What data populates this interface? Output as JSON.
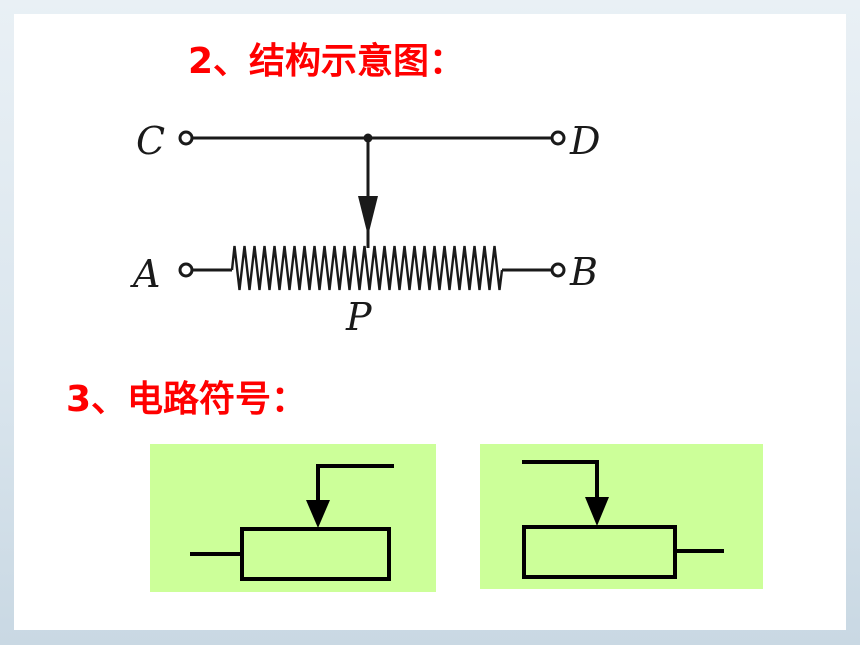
{
  "headings": {
    "structure": "2、结构示意图：",
    "symbol": "3、电路符号："
  },
  "structure_diagram": {
    "terminals": {
      "c": "C",
      "d": "D",
      "a": "A",
      "b": "B",
      "p": "P"
    }
  },
  "colors": {
    "heading": "#ff0000",
    "symbol_panel": "#ccff99",
    "line": "#1a1a1a"
  }
}
